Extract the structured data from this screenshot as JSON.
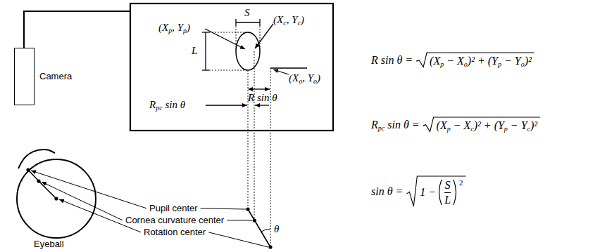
{
  "diagram": {
    "nodes": [
      {
        "text": [
          "Camera"
        ]
      },
      {
        "text": [
          "Eyeball"
        ]
      }
    ],
    "labels": [
      "(Xp, Yp)",
      "S",
      "(Xc, Yc)",
      "L",
      "(Xo, Yo)",
      "R sin θ",
      "Rpc sin θ",
      "Pupil center",
      "Cornea curvature center",
      "Rotation center",
      "θ",
      "R sin θ =",
      "(Xp − Xo)² + (Yp − Yo)²",
      "Rpc sin θ =",
      "(Xp − Xc)² + (Yp − Yc)²",
      "sin θ =",
      "1 −",
      "S",
      "L",
      "2"
    ]
  }
}
